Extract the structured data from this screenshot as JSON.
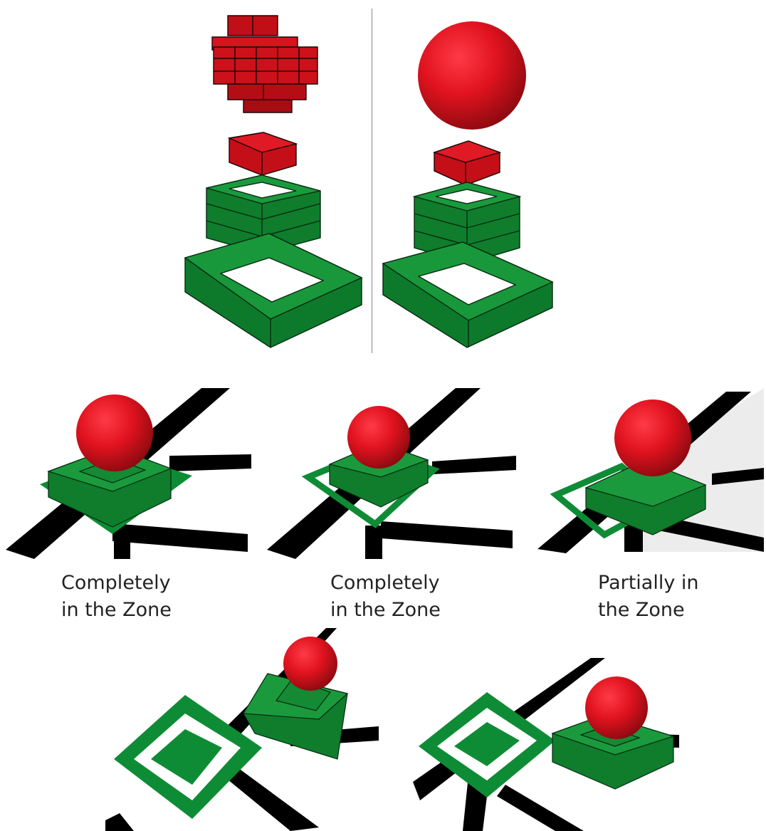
{
  "colors": {
    "red_ball": "#e0131f",
    "red_dark": "#9a0a10",
    "lego_green": "#0d8a2e",
    "lego_green_dark": "#05501a",
    "lego_green_light": "#22a84a",
    "zone_green": "#0e8c35",
    "line_black": "#000000",
    "outline": "#0b2210"
  },
  "icons": [
    "red-ball",
    "green-lego-stand",
    "zone-marker",
    "black-line"
  ],
  "captions": [
    {
      "text": "Completely\nin the Zone"
    },
    {
      "text": "Completely\nin the Zone"
    },
    {
      "text": "Partially in\nthe Zone"
    }
  ]
}
